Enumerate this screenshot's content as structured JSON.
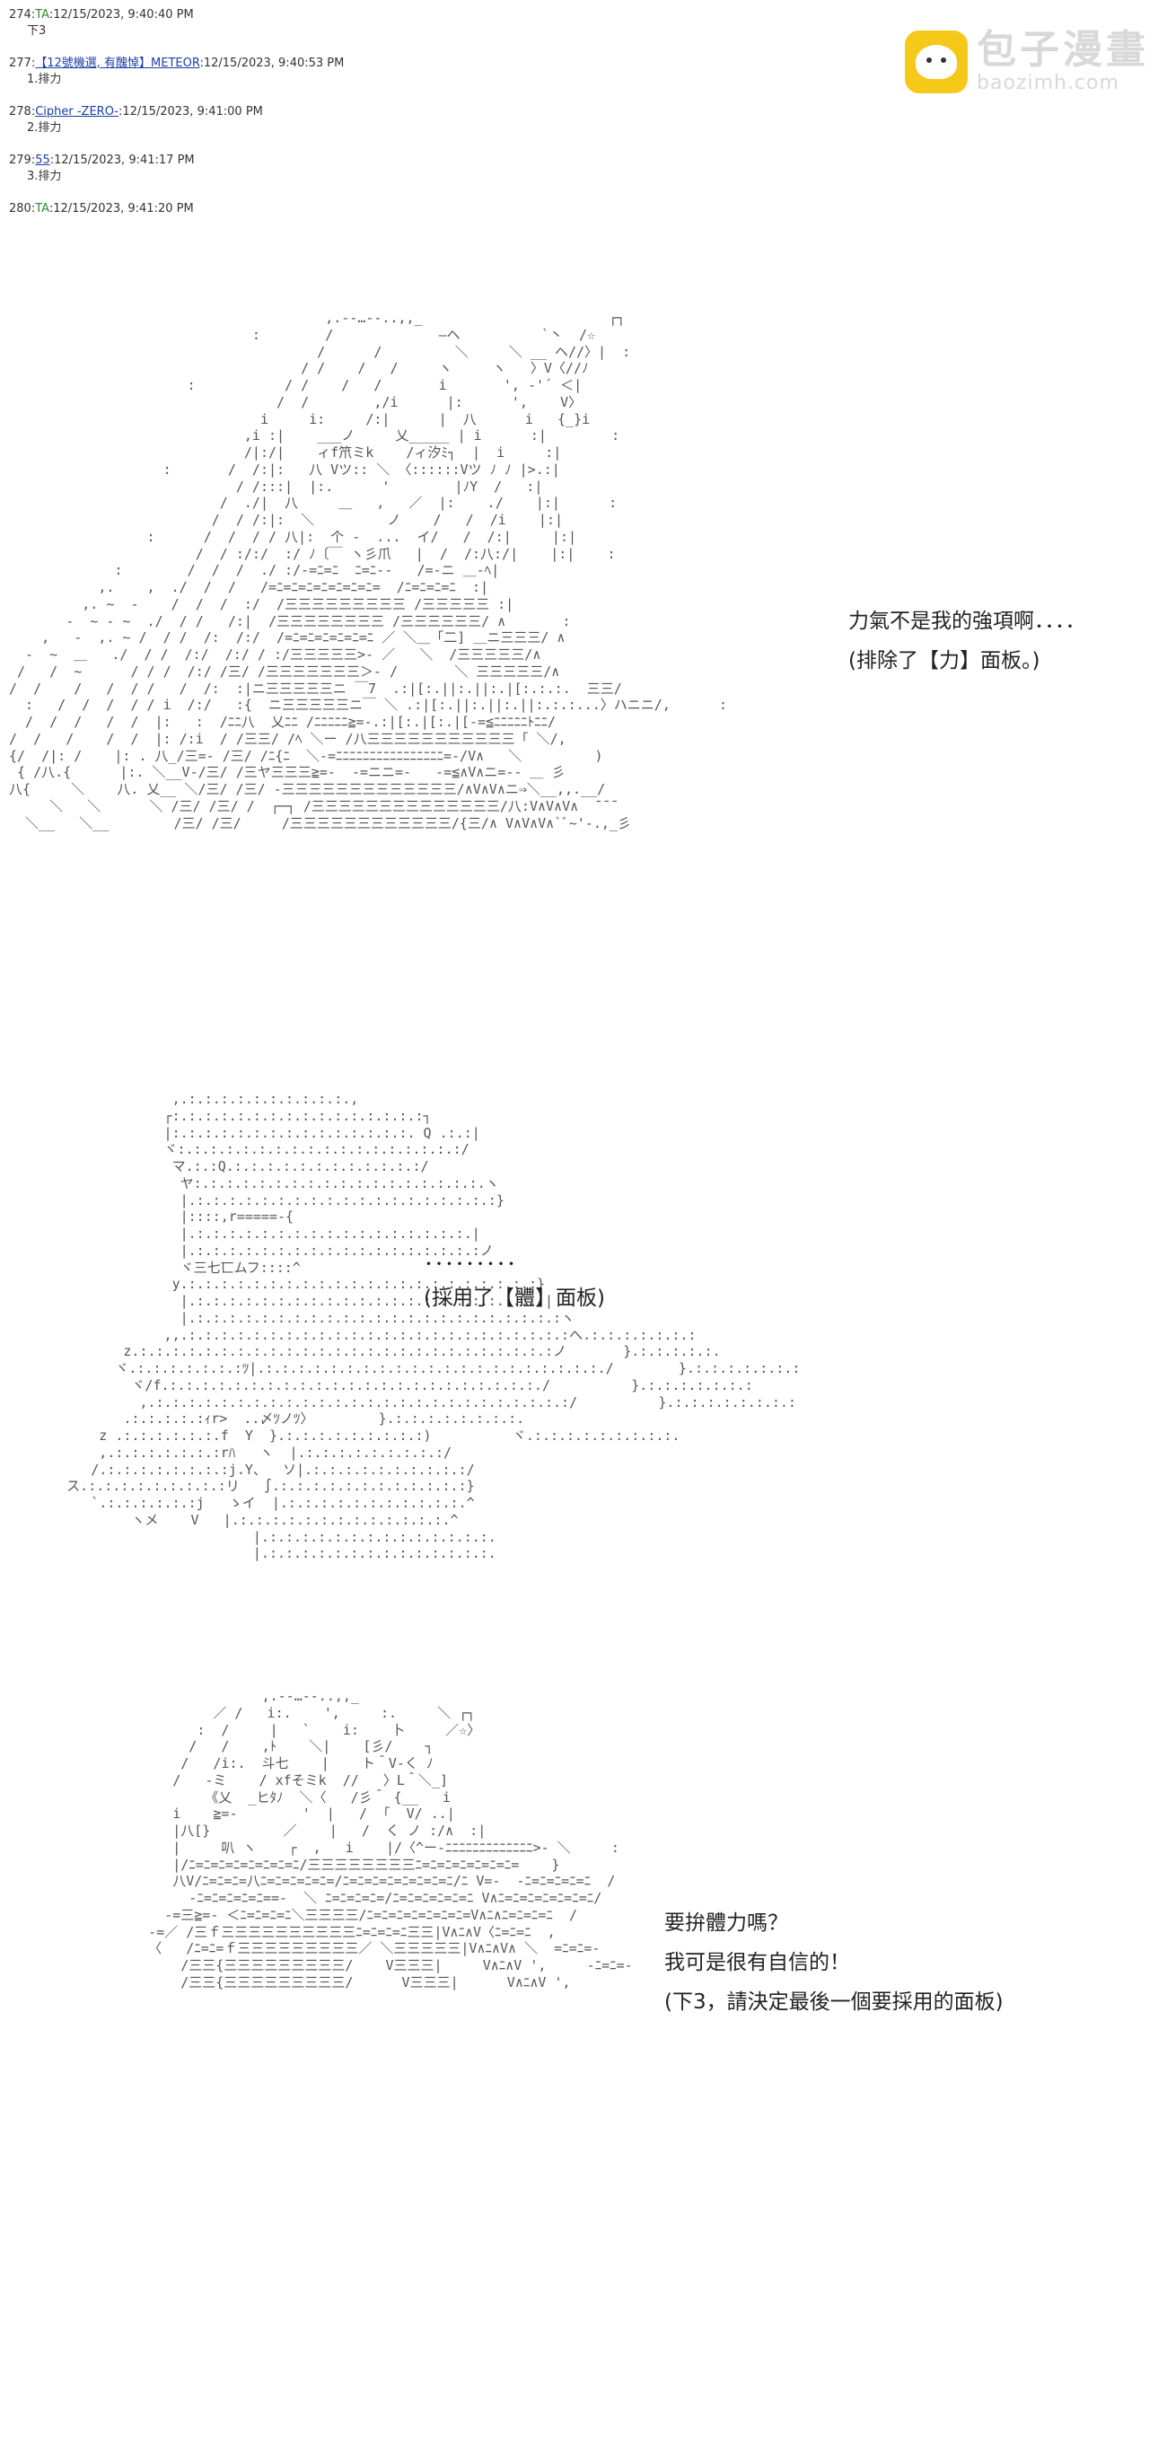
{
  "posts": [
    {
      "num": "274:",
      "name": "TA",
      "name_link": false,
      "timestamp": ":12/15/2023, 9:40:40 PM",
      "body": "下3"
    },
    {
      "num": "277:",
      "name": "【12號機選, 有醜悼】METEOR",
      "name_link": true,
      "timestamp": ":12/15/2023, 9:40:53 PM",
      "body": "1.排力"
    },
    {
      "num": "278:",
      "name": "Cipher -ZERO-",
      "name_link": true,
      "timestamp": ":12/15/2023, 9:41:00 PM",
      "body": "2.排力"
    },
    {
      "num": "279:",
      "name": "55",
      "name_link": true,
      "timestamp": ":12/15/2023, 9:41:17 PM",
      "body": "3.排力"
    },
    {
      "num": "280:",
      "name": "TA",
      "name_link": false,
      "timestamp": ":12/15/2023, 9:41:20 PM",
      "body": ""
    }
  ],
  "logo": {
    "cn": "包子漫畫",
    "en": "baozimh.com",
    "icon": "bun-icon",
    "color": "#f6c81a"
  },
  "dialogue": {
    "first": [
      "力氣不是我的強項啊．．．．",
      "(排除了【力】面板。)"
    ],
    "second": [
      "．．．．．．．．．",
      "(採用了【體】面板)"
    ],
    "third": [
      "要拚體力嗎？",
      "我可是很有自信的！",
      "(下3，請決定最後一個要採用的面板)"
    ]
  }
}
